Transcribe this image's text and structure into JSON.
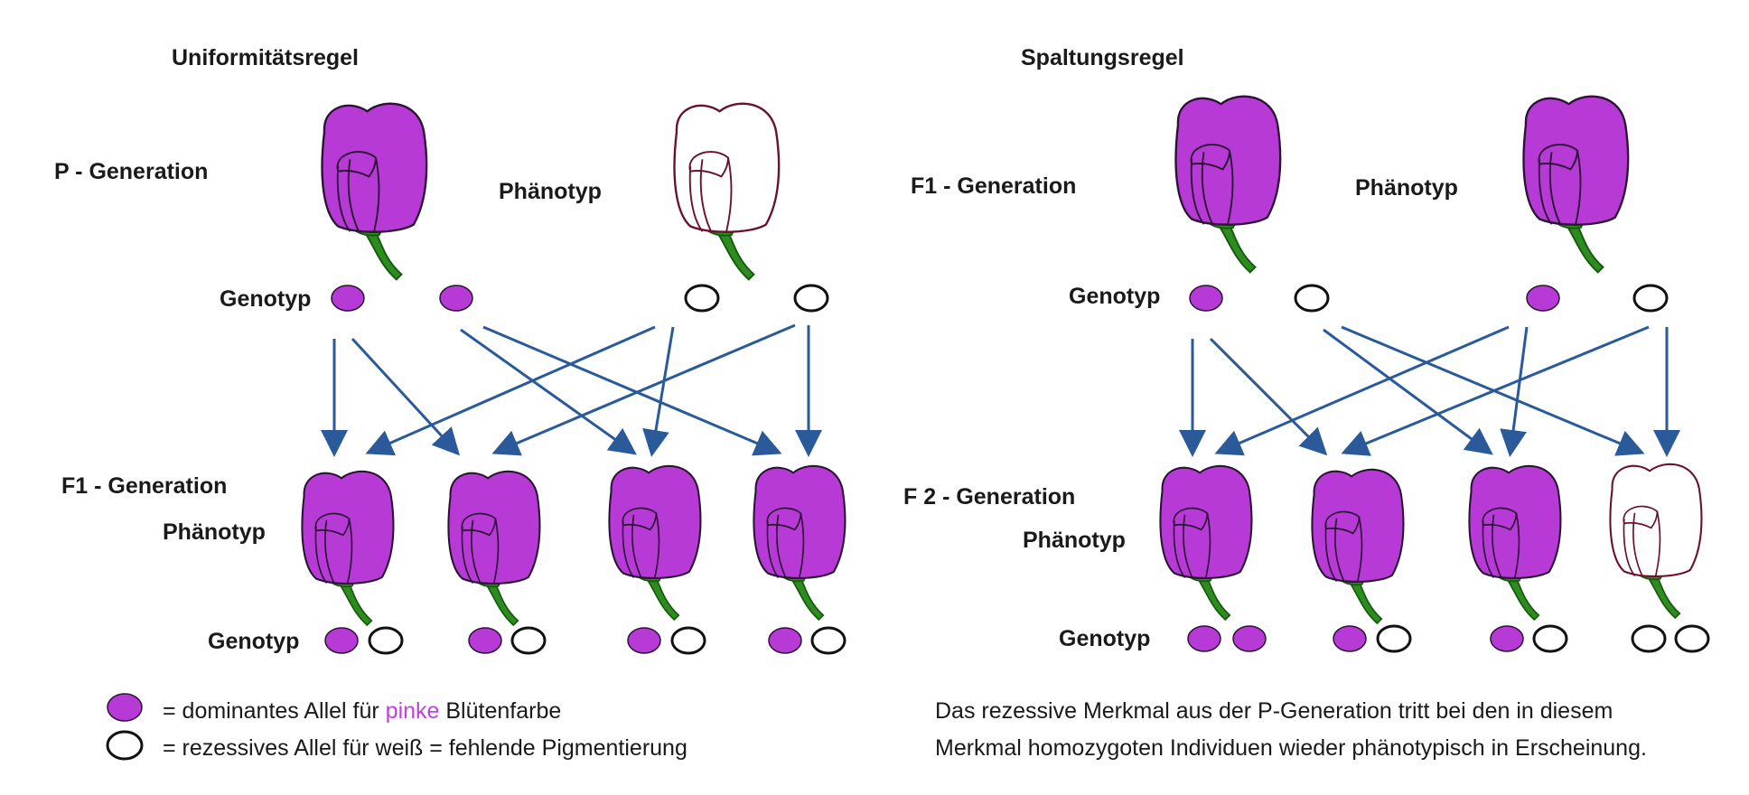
{
  "colors": {
    "dominant": "#b83ad6",
    "dominant_dark": "#2a1433",
    "recessive_fill": "#ffffff",
    "recessive_outline": "#6a1030",
    "stem": "#2e8b1f",
    "stem_dark": "#145a0c",
    "arrow": "#2a5a9a",
    "pinke_text": "#c040e0"
  },
  "left": {
    "title": "Uniformitätsregel",
    "parent_label": "P - Generation",
    "parent_phenotype_label": "Phänotyp",
    "parent_genotype_label": "Genotyp",
    "parents": [
      {
        "phenotype": "pink",
        "alleles": [
          "dominant",
          "dominant"
        ]
      },
      {
        "phenotype": "white",
        "alleles": [
          "recessive",
          "recessive"
        ]
      }
    ],
    "offspring_label": "F1 - Generation",
    "offspring_phenotype_label": "Phänotyp",
    "offspring_genotype_label": "Genotyp",
    "offspring": [
      {
        "phenotype": "pink",
        "alleles": [
          "dominant",
          "recessive"
        ]
      },
      {
        "phenotype": "pink",
        "alleles": [
          "dominant",
          "recessive"
        ]
      },
      {
        "phenotype": "pink",
        "alleles": [
          "dominant",
          "recessive"
        ]
      },
      {
        "phenotype": "pink",
        "alleles": [
          "dominant",
          "recessive"
        ]
      }
    ]
  },
  "right": {
    "title": "Spaltungsregel",
    "parent_label": "F1 - Generation",
    "parent_phenotype_label": "Phänotyp",
    "parent_genotype_label": "Genotyp",
    "parents": [
      {
        "phenotype": "pink",
        "alleles": [
          "dominant",
          "recessive"
        ]
      },
      {
        "phenotype": "pink",
        "alleles": [
          "dominant",
          "recessive"
        ]
      }
    ],
    "offspring_label": "F 2 - Generation",
    "offspring_phenotype_label": "Phänotyp",
    "offspring_genotype_label": "Genotyp",
    "offspring": [
      {
        "phenotype": "pink",
        "alleles": [
          "dominant",
          "dominant"
        ]
      },
      {
        "phenotype": "pink",
        "alleles": [
          "dominant",
          "recessive"
        ]
      },
      {
        "phenotype": "pink",
        "alleles": [
          "dominant",
          "recessive"
        ]
      },
      {
        "phenotype": "white",
        "alleles": [
          "recessive",
          "recessive"
        ]
      }
    ]
  },
  "legend": {
    "dominant_prefix": "=  dominantes Allel für ",
    "dominant_highlight": "pinke",
    "dominant_suffix": " Blütenfarbe",
    "recessive_text": "=  rezessives Allel für weiß  = fehlende Pigmentierung"
  },
  "explanation": {
    "line1": "Das rezessive Merkmal aus der P-Generation tritt bei den in diesem",
    "line2": "Merkmal homozygoten Individuen wieder phänotypisch in Erscheinung."
  }
}
